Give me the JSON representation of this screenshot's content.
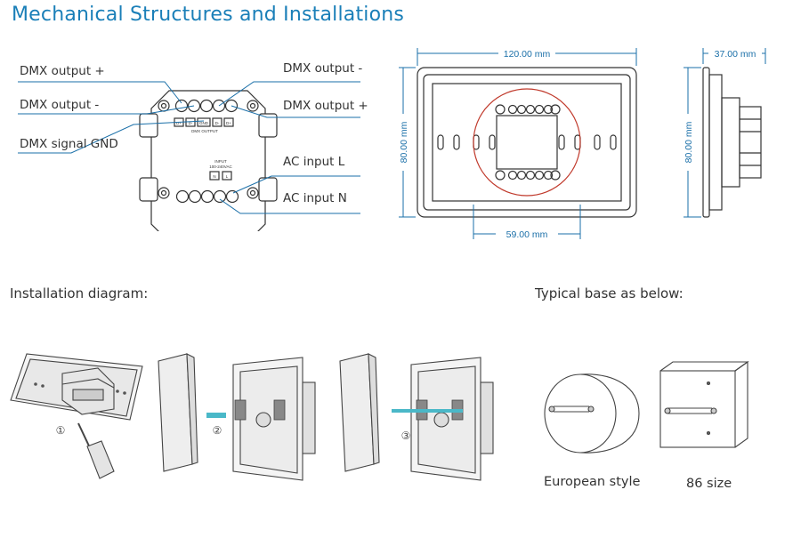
{
  "title": "Mechanical Structures and Installations",
  "wiring": {
    "left_labels": [
      "DMX output +",
      "DMX output -",
      "DMX signal GND"
    ],
    "right_labels": [
      "DMX output -",
      "DMX output +",
      "AC input  L",
      "AC input N"
    ],
    "terminal_labels": [
      "D+",
      "D-",
      "GND",
      "D-",
      "D+"
    ],
    "terminal_group_label": "DMX OUTPUT",
    "input_label": "INPUT",
    "input_voltage": "100-240VAC",
    "input_terminals": [
      "N",
      "L"
    ]
  },
  "dimensions": {
    "width": "120.00 mm",
    "height": "80.00 mm",
    "inner_width": "59.00 mm",
    "depth": "37.00 mm",
    "side_height": "80.00 mm"
  },
  "sections": {
    "installation": "Installation diagram:",
    "base": "Typical base as below:"
  },
  "steps": [
    "①",
    "②",
    "③"
  ],
  "bases": {
    "european": "European style",
    "size86": "86 size"
  }
}
